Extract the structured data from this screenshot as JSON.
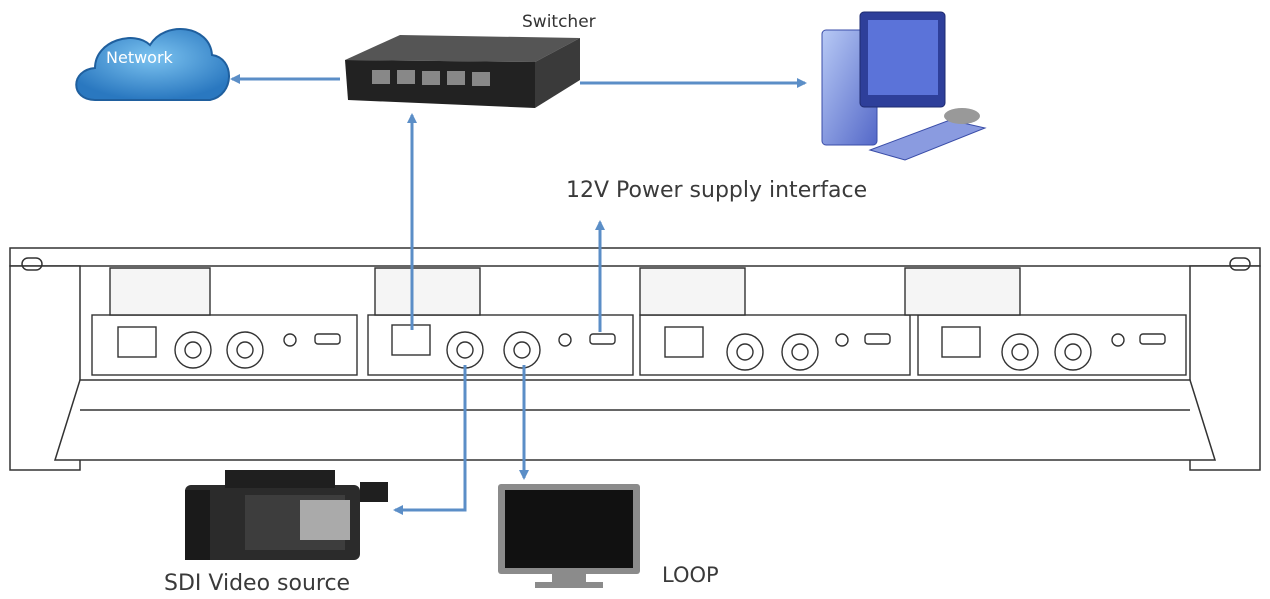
{
  "labels": {
    "switcher": "Switcher",
    "network": "Network",
    "power": "12V Power supply interface",
    "sdi_source": "SDI Video source",
    "loop": "LOOP"
  },
  "colors": {
    "arrow": "#5b8ec7",
    "cloud": "#3d8fd0",
    "chassis_stroke": "#333333"
  }
}
